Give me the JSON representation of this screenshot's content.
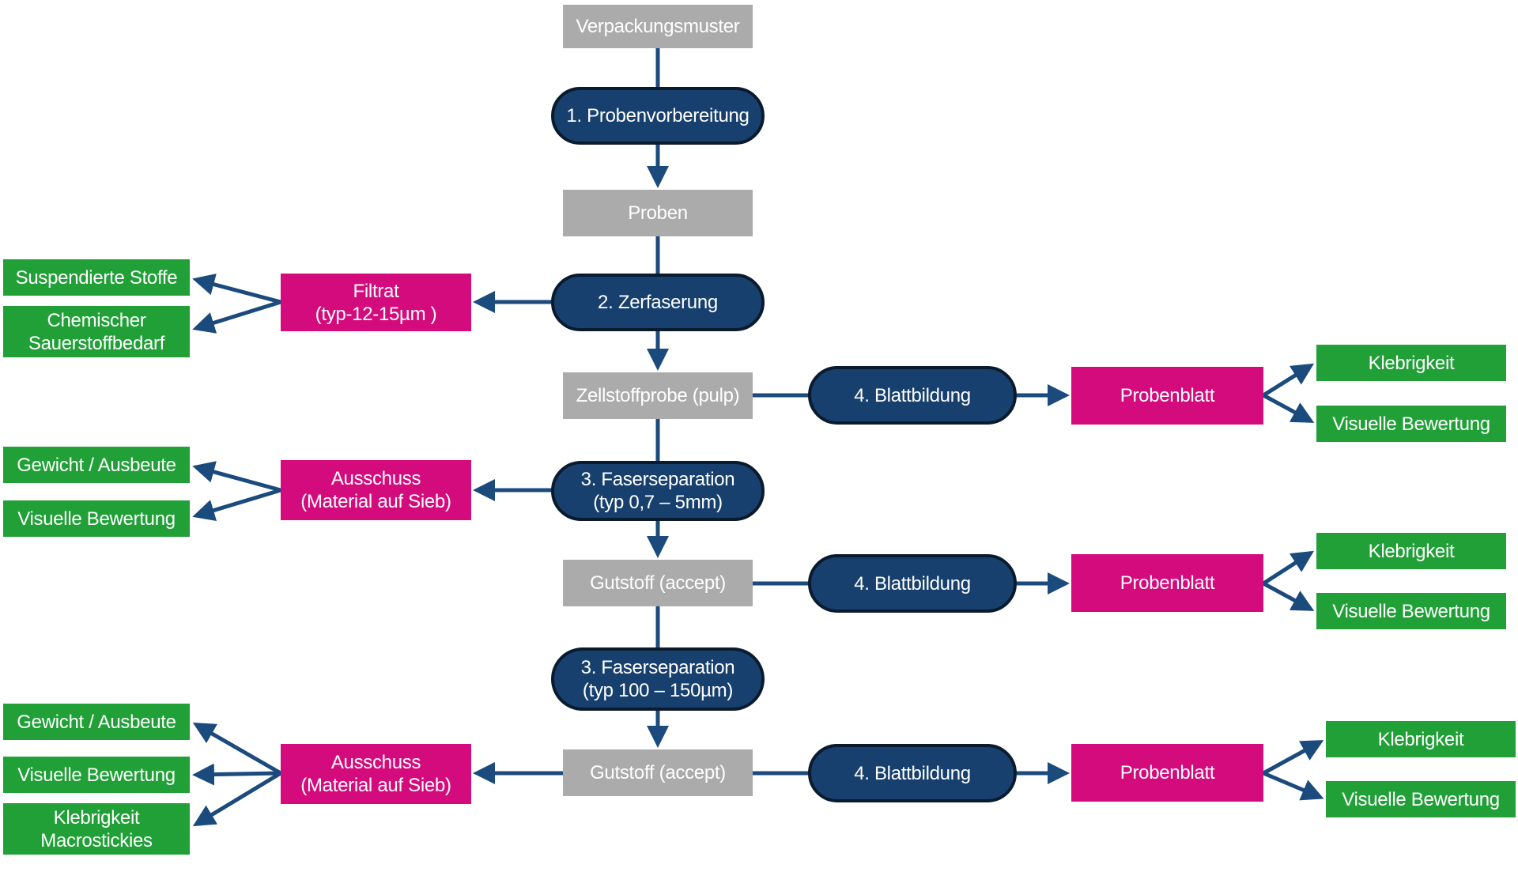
{
  "diagram": {
    "language": "de",
    "colors": {
      "process_fill": "#17406e",
      "process_border": "#0b1b2e",
      "sample_fill": "#ababab",
      "fraction_fill": "#d40b7c",
      "measurement_fill": "#21a038",
      "arrow": "#1b4a7d",
      "text": "#ffffff",
      "background": "#ffffff"
    },
    "nodes": {
      "verpackungsmuster": {
        "label": "Verpackungsmuster",
        "type": "sample"
      },
      "probenvorbereitung": {
        "label": "1. Probenvorbereitung",
        "type": "process"
      },
      "proben": {
        "label": "Proben",
        "type": "sample"
      },
      "zerfaserung": {
        "label": "2. Zerfaserung",
        "type": "process"
      },
      "filtrat": {
        "label": "Filtrat\n(typ-12-15µm )",
        "type": "fraction"
      },
      "suspendierte_stoffe": {
        "label": "Suspendierte Stoffe",
        "type": "measurement"
      },
      "chemischer_sauerstoffbedarf": {
        "label": "Chemischer\nSauerstoffbedarf",
        "type": "measurement"
      },
      "zellstoffprobe": {
        "label": "Zellstoffprobe (pulp)",
        "type": "sample"
      },
      "blattbildung_1": {
        "label": "4. Blattbildung",
        "type": "process"
      },
      "probenblatt_1": {
        "label": "Probenblatt",
        "type": "fraction"
      },
      "klebrigkeit_1": {
        "label": "Klebrigkeit",
        "type": "measurement"
      },
      "visuelle_bewertung_1": {
        "label": "Visuelle Bewertung",
        "type": "measurement"
      },
      "faserseparation_1": {
        "label": "3. Faserseparation\n(typ 0,7 – 5mm)",
        "type": "process"
      },
      "ausschuss_1": {
        "label": "Ausschuss\n(Material auf Sieb)",
        "type": "fraction"
      },
      "gewicht_ausbeute_1": {
        "label": "Gewicht / Ausbeute",
        "type": "measurement"
      },
      "visuelle_bewertung_2": {
        "label": "Visuelle Bewertung",
        "type": "measurement"
      },
      "gutstoff_1": {
        "label": "Gutstoff (accept)",
        "type": "sample"
      },
      "blattbildung_2": {
        "label": "4. Blattbildung",
        "type": "process"
      },
      "probenblatt_2": {
        "label": "Probenblatt",
        "type": "fraction"
      },
      "klebrigkeit_2": {
        "label": "Klebrigkeit",
        "type": "measurement"
      },
      "visuelle_bewertung_3": {
        "label": "Visuelle Bewertung",
        "type": "measurement"
      },
      "faserseparation_2": {
        "label": "3. Faserseparation\n(typ 100 – 150µm)",
        "type": "process"
      },
      "gutstoff_2": {
        "label": "Gutstoff (accept)",
        "type": "sample"
      },
      "ausschuss_2": {
        "label": "Ausschuss\n(Material auf Sieb)",
        "type": "fraction"
      },
      "gewicht_ausbeute_2": {
        "label": "Gewicht / Ausbeute",
        "type": "measurement"
      },
      "visuelle_bewertung_4": {
        "label": "Visuelle Bewertung",
        "type": "measurement"
      },
      "klebrigkeit_macrostickies": {
        "label": "Klebrigkeit\nMacrostickies",
        "type": "measurement"
      },
      "blattbildung_3": {
        "label": "4. Blattbildung",
        "type": "process"
      },
      "probenblatt_3": {
        "label": "Probenblatt",
        "type": "fraction"
      },
      "klebrigkeit_3": {
        "label": "Klebrigkeit",
        "type": "measurement"
      },
      "visuelle_bewertung_5": {
        "label": "Visuelle Bewertung",
        "type": "measurement"
      }
    }
  }
}
